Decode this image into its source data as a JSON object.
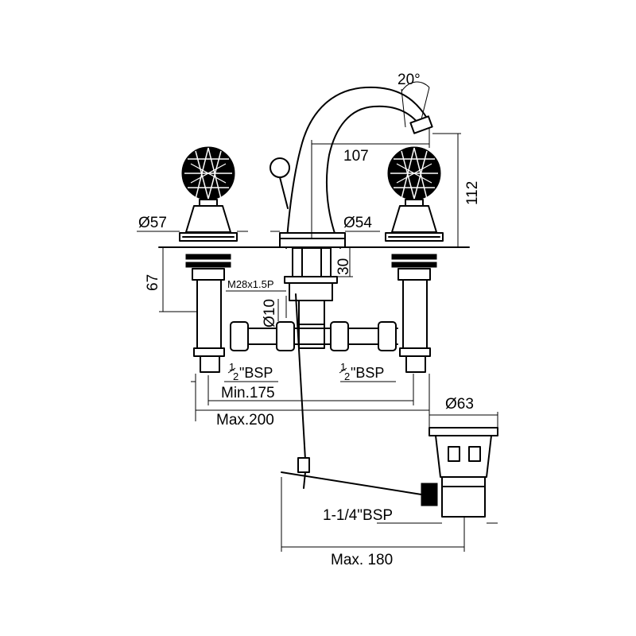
{
  "dimensions": {
    "spout_angle": "20°",
    "spout_reach": "107",
    "overall_height": "112",
    "handle_base_dia": "Ø57",
    "spout_base_dia": "Ø54",
    "shank_height": "67",
    "body_height": "30",
    "thread": "M28x1.5P",
    "pipe_dia": "Ø10",
    "left_inlet_num": "1",
    "left_inlet_den": "2",
    "left_inlet_bsp": "\"BSP",
    "right_inlet_num": "1",
    "right_inlet_den": "2",
    "right_inlet_bsp": "\"BSP",
    "min_spread": "Min.175",
    "max_spread": "Max.200",
    "waste_dia": "Ø63",
    "waste_thread": "1-1/4\"BSP",
    "rod_max": "Max. 180"
  }
}
